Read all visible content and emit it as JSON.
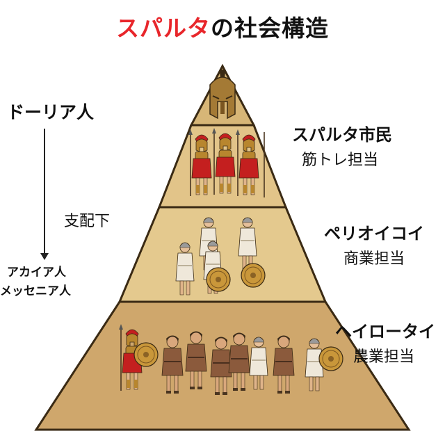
{
  "title": {
    "accent": "スパルタ",
    "rest": "の社会構造"
  },
  "left": {
    "ruler": "ドーリア人",
    "relation": "支配下",
    "subjects": [
      "アカイア人",
      "メッセニア人"
    ]
  },
  "tiers": [
    {
      "name": "スパルタ市民",
      "role": "筋トレ担当"
    },
    {
      "name": "ペリオイコイ",
      "role": "商業担当"
    },
    {
      "name": "ヘイロータイ",
      "role": "農業担当"
    }
  ],
  "colors": {
    "title_accent": "#e8262b",
    "pyramid_fill": "#e2c489",
    "pyramid_fill_top": "#d7b677",
    "pyramid_fill_bottom": "#cfa76c",
    "pyramid_edge": "#3a2a14",
    "spartan_red": "#c41f1f",
    "bronze": "#b8862e"
  },
  "icons": [
    "corinthian-helmet-icon",
    "spartan-hoplite-icon",
    "perioikoi-figure-icon",
    "helot-figure-icon",
    "round-shield-icon"
  ]
}
